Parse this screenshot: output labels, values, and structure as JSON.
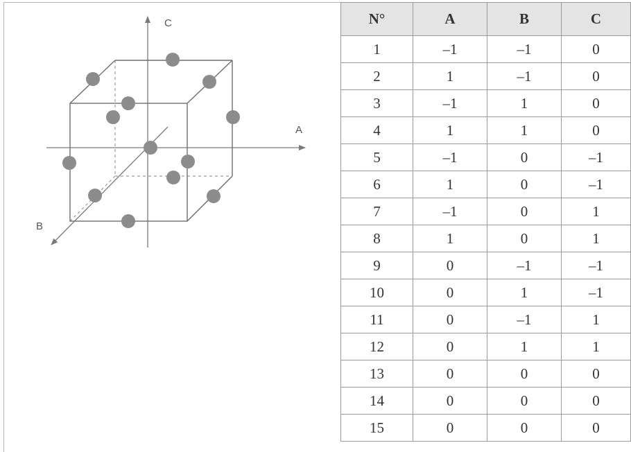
{
  "axes": {
    "a_label": "A",
    "b_label": "B",
    "c_label": "C"
  },
  "colors": {
    "point": "#8c8c8c",
    "line": "#6e6e6e",
    "axis": "#7a7a7a",
    "header_bg": "#e4e4e4"
  },
  "table": {
    "headers": [
      "N°",
      "A",
      "B",
      "C"
    ],
    "rows": [
      [
        "1",
        "–1",
        "–1",
        "0"
      ],
      [
        "2",
        "1",
        "–1",
        "0"
      ],
      [
        "3",
        "–1",
        "1",
        "0"
      ],
      [
        "4",
        "1",
        "1",
        "0"
      ],
      [
        "5",
        "–1",
        "0",
        "–1"
      ],
      [
        "6",
        "1",
        "0",
        "–1"
      ],
      [
        "7",
        "–1",
        "0",
        "1"
      ],
      [
        "8",
        "1",
        "0",
        "1"
      ],
      [
        "9",
        "0",
        "–1",
        "–1"
      ],
      [
        "10",
        "0",
        "1",
        "–1"
      ],
      [
        "11",
        "0",
        "–1",
        "1"
      ],
      [
        "12",
        "0",
        "1",
        "1"
      ],
      [
        "13",
        "0",
        "0",
        "0"
      ],
      [
        "14",
        "0",
        "0",
        "0"
      ],
      [
        "15",
        "0",
        "0",
        "0"
      ]
    ]
  }
}
